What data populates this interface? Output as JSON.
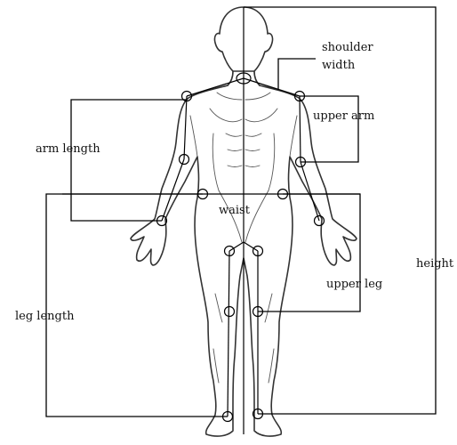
{
  "labels": {
    "shoulder_width_line1": "shoulder",
    "shoulder_width_line2": "width",
    "upper_arm": "upper arm",
    "arm_length": "arm length",
    "waist": "waist",
    "height": "height",
    "upper_leg": "upper leg",
    "leg_length": "leg length"
  }
}
